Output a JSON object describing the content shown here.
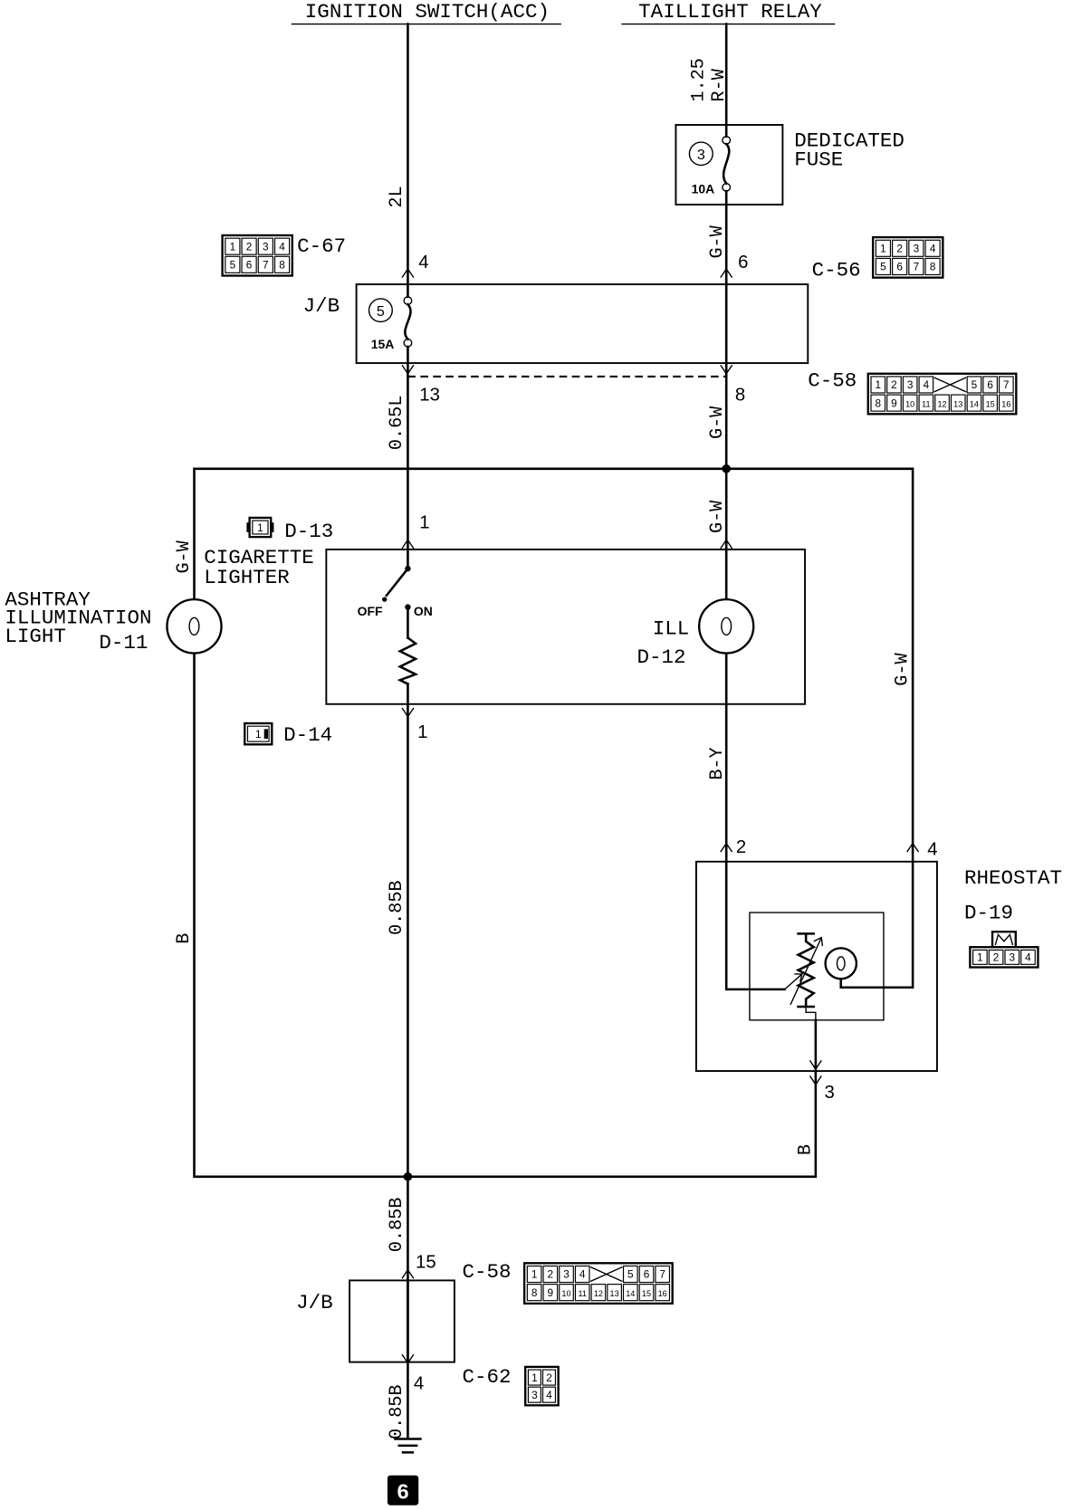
{
  "labels": {
    "ignition_switch": "IGNITION SWITCH(ACC)",
    "taillight_relay": "TAILLIGHT RELAY"
  },
  "dedicated_fuse": {
    "name_line1": "DEDICATED",
    "name_line2": "FUSE",
    "number": "3",
    "rating": "10A"
  },
  "jb_upper": {
    "name": "J/B",
    "fuse_number": "5",
    "fuse_rating": "15A"
  },
  "jb_lower": {
    "name": "J/B"
  },
  "cigarette_lighter": {
    "name_line1": "CIGARETTE",
    "name_line2": "LIGHTER",
    "switch_off": "OFF",
    "switch_on": "ON"
  },
  "ill_lamp": {
    "name": "ILL",
    "id": "D-12"
  },
  "ashtray_light": {
    "name_line1": "ASHTRAY",
    "name_line2": "ILLUMINATION",
    "name_line3": "LIGHT",
    "id": "D-11"
  },
  "rheostat": {
    "name": "RHEOSTAT",
    "id": "D-19"
  },
  "ground": {
    "number": "6"
  },
  "wires": {
    "taillight_size": "1.25",
    "taillight_color": "R-W",
    "ignition": "2L",
    "dedicated_fuse_out": "G-W",
    "jb_left_out": "0.65L",
    "jb_right_out": "G-W",
    "ill_feed": "G-W",
    "ashtray_feed": "G-W",
    "rheostat_feed": "G-W",
    "ill_to_rheostat": "B-Y",
    "ashtray_ground": "B",
    "lighter_ground": "0.85B",
    "rheostat_ground": "B",
    "ground_trunk": "0.85B",
    "ground_drop": "0.85B"
  },
  "pins": {
    "c67_4": "4",
    "c56_6": "6",
    "c58_13": "13",
    "c58_8": "8",
    "d13_1": "1",
    "d14_1": "1",
    "d19_2": "2",
    "d19_4": "4",
    "d19_3": "3",
    "c58_15": "15",
    "c62_4": "4"
  },
  "connectors": {
    "c67": {
      "label": "C-67",
      "rows": [
        [
          "1",
          "2",
          "3",
          "4"
        ],
        [
          "5",
          "6",
          "7",
          "8"
        ]
      ]
    },
    "c56": {
      "label": "C-56",
      "rows": [
        [
          "1",
          "2",
          "3",
          "4"
        ],
        [
          "5",
          "6",
          "7",
          "8"
        ]
      ]
    },
    "c58_upper": {
      "label": "C-58",
      "rows": [
        [
          "1",
          "2",
          "3",
          "4",
          null,
          null,
          "5",
          "6",
          "7"
        ],
        [
          "8",
          "9",
          "10",
          "11",
          "12",
          "13",
          "14",
          "15",
          "16"
        ]
      ]
    },
    "d13": {
      "label": "D-13",
      "rows": [
        [
          "1"
        ]
      ]
    },
    "d14": {
      "label": "D-14",
      "rows": [
        [
          "1"
        ]
      ]
    },
    "d19": {
      "rows": [
        [
          "1",
          "2",
          "3",
          "4"
        ]
      ]
    },
    "c58_lower": {
      "label": "C-58",
      "rows": [
        [
          "1",
          "2",
          "3",
          "4",
          null,
          null,
          "5",
          "6",
          "7"
        ],
        [
          "8",
          "9",
          "10",
          "11",
          "12",
          "13",
          "14",
          "15",
          "16"
        ]
      ]
    },
    "c62": {
      "label": "C-62",
      "rows": [
        [
          "1",
          "2"
        ],
        [
          "3",
          "4"
        ]
      ]
    }
  },
  "colors": {
    "line": "#000000",
    "background": "#ffffff",
    "ground_badge": "#000000"
  }
}
